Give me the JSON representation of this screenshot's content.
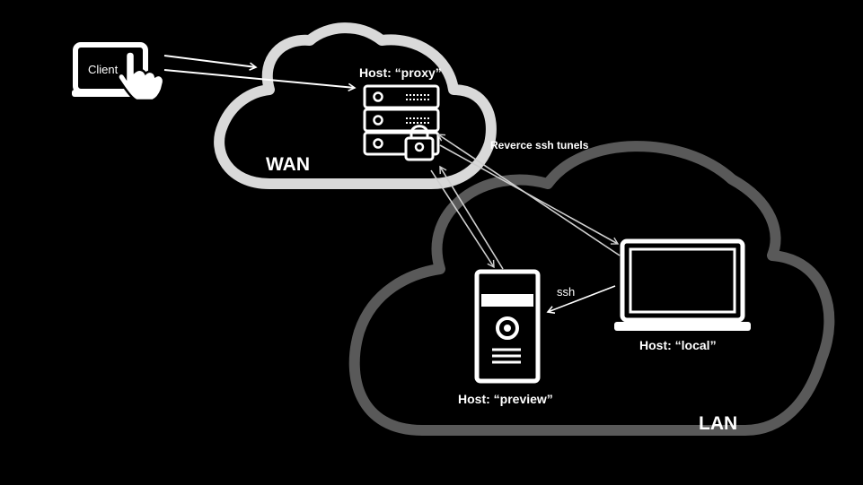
{
  "labels": {
    "client": "Client",
    "proxy_host": "Host: “proxy”",
    "wan": "WAN",
    "tunnels": "Reverce ssh tunels",
    "ssh": "ssh",
    "local_host": "Host: “local”",
    "preview_host": "Host: “preview”",
    "lan": "LAN"
  },
  "colors": {
    "background": "#000000",
    "wan_cloud_stroke": "#d9d9d9",
    "lan_cloud_stroke": "#595959",
    "icon": "#ffffff",
    "arrow_main": "#ffffff",
    "arrow_tunnel": "#cfcfcf"
  },
  "icons": [
    "laptop-touch-icon",
    "server-rack-icon",
    "lock-icon",
    "desktop-tower-icon",
    "laptop-icon"
  ]
}
